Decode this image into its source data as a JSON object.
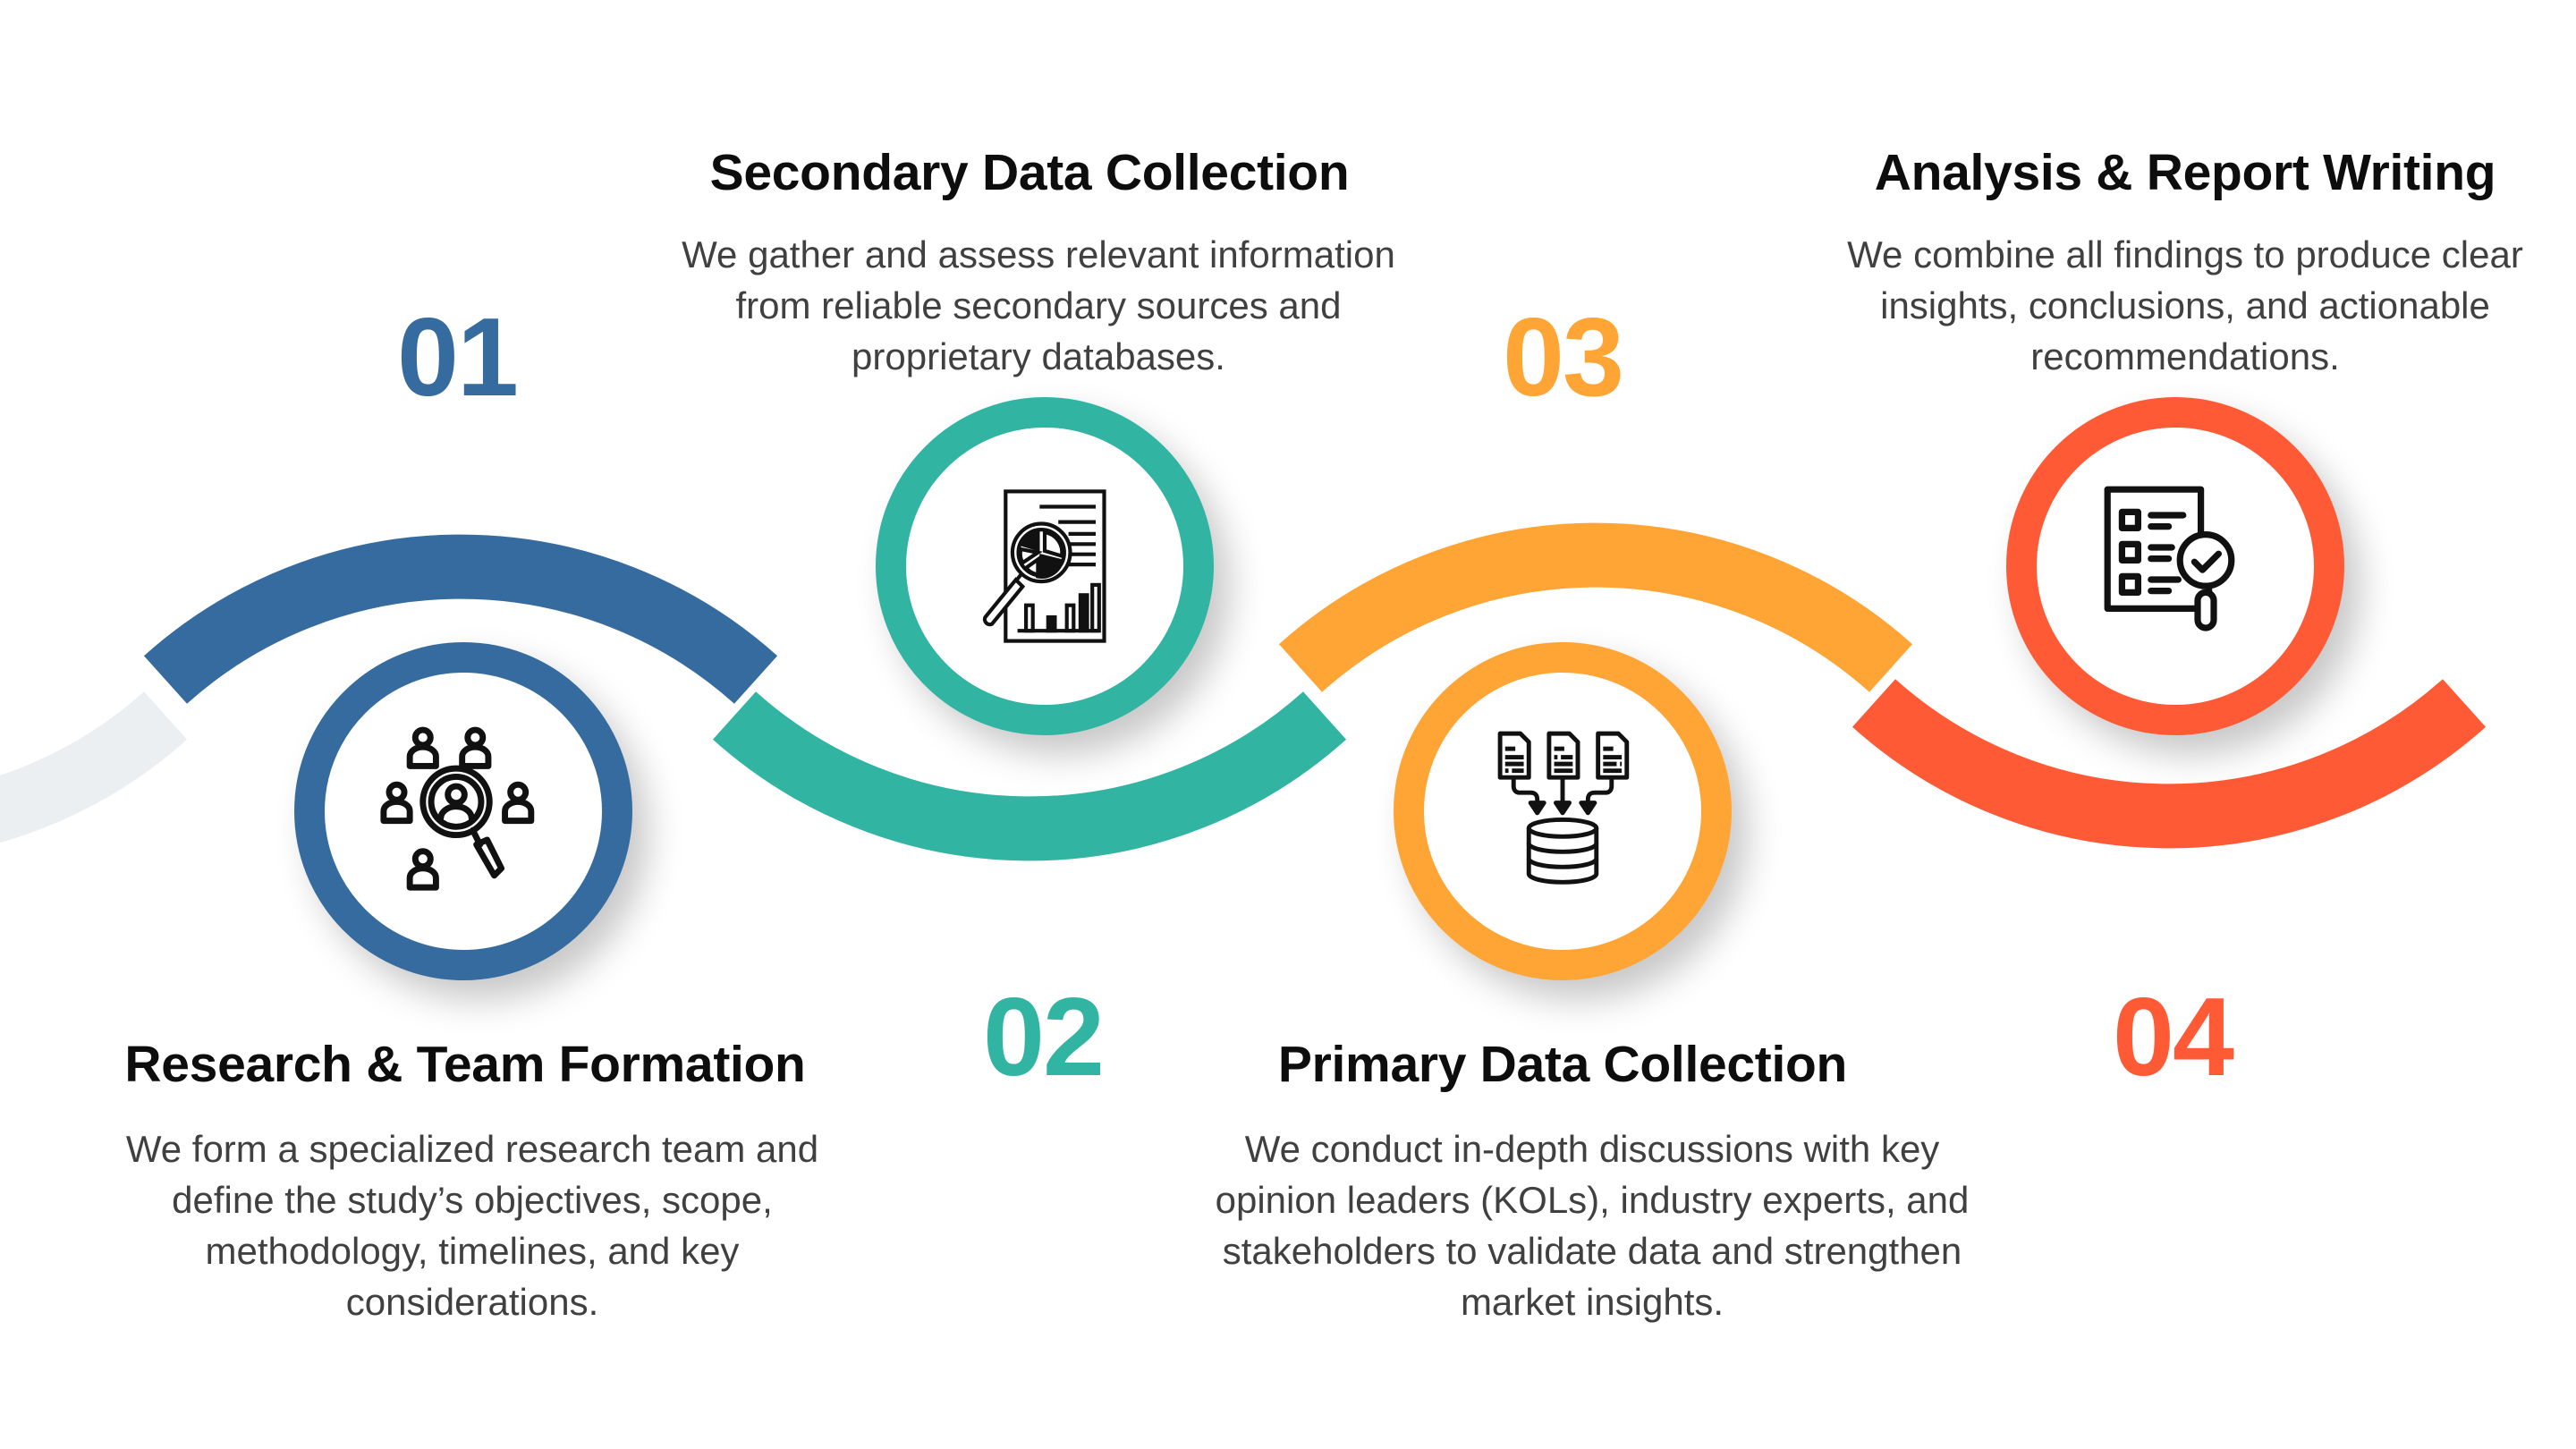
{
  "colors": {
    "step1": "#356B9E",
    "step2": "#31B5A2",
    "step3": "#FFA535",
    "step4": "#FF5A36",
    "decor_arc": "#EBEFF2",
    "title_text": "#0D0D0D",
    "body_text": "#404040"
  },
  "steps": [
    {
      "number": "01",
      "title": "Research & Team Formation",
      "description": [
        "We form a specialized research team and",
        "define the study’s objectives, scope,",
        "methodology, timelines, and key",
        "considerations."
      ],
      "icon": "team-search-icon",
      "color": "#356B9E"
    },
    {
      "number": "02",
      "title": "Secondary Data Collection",
      "description": [
        "We gather and assess relevant information",
        "from reliable secondary sources and",
        "proprietary databases."
      ],
      "icon": "document-analysis-icon",
      "color": "#31B5A2"
    },
    {
      "number": "03",
      "title": "Primary Data Collection",
      "description": [
        "We conduct in-depth discussions with key",
        "opinion leaders (KOLs), industry experts, and",
        "stakeholders to validate data and strengthen",
        "market insights."
      ],
      "icon": "documents-to-database-icon",
      "color": "#FFA535"
    },
    {
      "number": "04",
      "title": "Analysis & Report Writing",
      "description": [
        "We combine all findings to produce clear",
        "insights, conclusions, and actionable",
        "recommendations."
      ],
      "icon": "checklist-review-icon",
      "color": "#FF5A36"
    }
  ]
}
